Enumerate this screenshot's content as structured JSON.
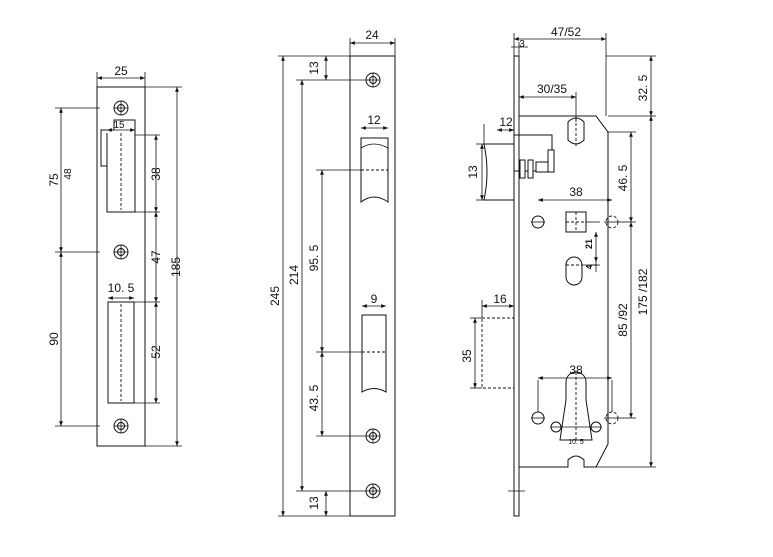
{
  "drawing": {
    "strike_plate": {
      "width": "25",
      "upper_window_width": "15",
      "dim_75": "75",
      "dim_48": "48",
      "dim_38": "38",
      "dim_47": "47",
      "dim_185": "185",
      "lower_window_width": "10. 5",
      "dim_90": "90",
      "dim_52": "52"
    },
    "faceplate": {
      "width": "24",
      "top_offset": "13",
      "overall_length": "245",
      "screw_span": "214",
      "latch_window_width": "12",
      "dim_95_5": "95. 5",
      "bolt_window_width": "9",
      "dim_43_5": "43. 5",
      "bottom_offset": "13"
    },
    "lock_body": {
      "backset": "47/52",
      "face_thickness": "3",
      "backset_inner": "30/35",
      "top_dim": "32. 5",
      "latch_length": "12",
      "latch_height": "13",
      "dim_46_5": "46. 5",
      "spindle_spacing": "38",
      "dim_21": "21",
      "dim_4": "4",
      "centre_distance": "85 /92",
      "body_height": "175 /182",
      "bolt_throw": "16",
      "bolt_height": "35",
      "cylinder_spacing": "38",
      "cylinder_width": "10. 5"
    }
  }
}
